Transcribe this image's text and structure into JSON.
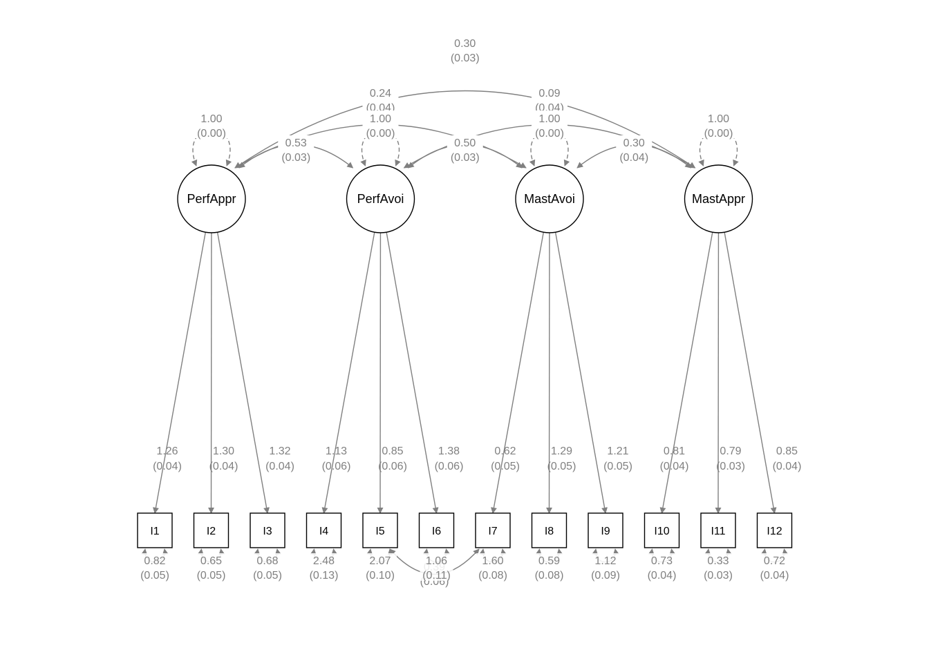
{
  "latents": [
    {
      "id": "PerfAppr",
      "label": "PerfAppr",
      "variance": "1.00",
      "variance_se": "(0.00)"
    },
    {
      "id": "PerfAvoi",
      "label": "PerfAvoi",
      "variance": "1.00",
      "variance_se": "(0.00)"
    },
    {
      "id": "MastAvoi",
      "label": "MastAvoi",
      "variance": "1.00",
      "variance_se": "(0.00)"
    },
    {
      "id": "MastAppr",
      "label": "MastAppr",
      "variance": "1.00",
      "variance_se": "(0.00)"
    }
  ],
  "items": [
    {
      "id": "I1",
      "label": "I1",
      "residual": "0.82",
      "residual_se": "(0.05)"
    },
    {
      "id": "I2",
      "label": "I2",
      "residual": "0.65",
      "residual_se": "(0.05)"
    },
    {
      "id": "I3",
      "label": "I3",
      "residual": "0.68",
      "residual_se": "(0.05)"
    },
    {
      "id": "I4",
      "label": "I4",
      "residual": "2.48",
      "residual_se": "(0.13)"
    },
    {
      "id": "I5",
      "label": "I5",
      "residual": "2.07",
      "residual_se": "(0.10)"
    },
    {
      "id": "I6",
      "label": "I6",
      "residual": "1.06",
      "residual_se": "(0.11)"
    },
    {
      "id": "I7",
      "label": "I7",
      "residual": "1.60",
      "residual_se": "(0.08)"
    },
    {
      "id": "I8",
      "label": "I8",
      "residual": "0.59",
      "residual_se": "(0.08)"
    },
    {
      "id": "I9",
      "label": "I9",
      "residual": "1.12",
      "residual_se": "(0.09)"
    },
    {
      "id": "I10",
      "label": "I10",
      "residual": "0.73",
      "residual_se": "(0.04)"
    },
    {
      "id": "I11",
      "label": "I11",
      "residual": "0.33",
      "residual_se": "(0.03)"
    },
    {
      "id": "I12",
      "label": "I12",
      "residual": "0.72",
      "residual_se": "(0.04)"
    }
  ],
  "loadings": [
    {
      "from": "PerfAppr",
      "to": "I1",
      "est": "1.26",
      "se": "(0.04)"
    },
    {
      "from": "PerfAppr",
      "to": "I2",
      "est": "1.30",
      "se": "(0.04)"
    },
    {
      "from": "PerfAppr",
      "to": "I3",
      "est": "1.32",
      "se": "(0.04)"
    },
    {
      "from": "PerfAvoi",
      "to": "I4",
      "est": "1.13",
      "se": "(0.06)"
    },
    {
      "from": "PerfAvoi",
      "to": "I5",
      "est": "0.85",
      "se": "(0.06)"
    },
    {
      "from": "PerfAvoi",
      "to": "I6",
      "est": "1.38",
      "se": "(0.06)"
    },
    {
      "from": "MastAvoi",
      "to": "I7",
      "est": "0.62",
      "se": "(0.05)"
    },
    {
      "from": "MastAvoi",
      "to": "I8",
      "est": "1.29",
      "se": "(0.05)"
    },
    {
      "from": "MastAvoi",
      "to": "I9",
      "est": "1.21",
      "se": "(0.05)"
    },
    {
      "from": "MastAppr",
      "to": "I10",
      "est": "0.81",
      "se": "(0.04)"
    },
    {
      "from": "MastAppr",
      "to": "I11",
      "est": "0.79",
      "se": "(0.03)"
    },
    {
      "from": "MastAppr",
      "to": "I12",
      "est": "0.85",
      "se": "(0.04)"
    }
  ],
  "latent_covariances": [
    {
      "between": [
        "PerfAppr",
        "PerfAvoi"
      ],
      "est": "0.53",
      "se": "(0.03)"
    },
    {
      "between": [
        "PerfAvoi",
        "MastAvoi"
      ],
      "est": "0.50",
      "se": "(0.03)"
    },
    {
      "between": [
        "MastAvoi",
        "MastAppr"
      ],
      "est": "0.30",
      "se": "(0.04)"
    },
    {
      "between": [
        "PerfAppr",
        "MastAvoi"
      ],
      "est": "0.24",
      "se": "(0.04)"
    },
    {
      "between": [
        "PerfAvoi",
        "MastAppr"
      ],
      "est": "0.09",
      "se": "(0.04)"
    },
    {
      "between": [
        "PerfAppr",
        "MastAppr"
      ],
      "est": "0.30",
      "se": "(0.03)"
    }
  ],
  "residual_covariances": [
    {
      "between": [
        "I5",
        "I7"
      ],
      "est": "0.39",
      "se": "(0.06)"
    }
  ],
  "colors": {
    "edge": "#808080",
    "node_stroke": "#000000",
    "background": "#ffffff"
  }
}
